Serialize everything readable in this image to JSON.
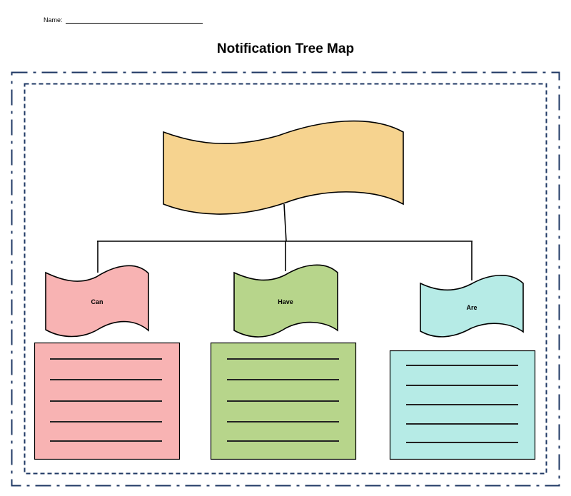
{
  "header": {
    "name_label": "Name:",
    "name_value": ""
  },
  "title": "Notification Tree Map",
  "tree": {
    "root": {
      "label": "",
      "color": "#F6D38F"
    },
    "branches": [
      {
        "label": "Can",
        "color": "#F8B3B3",
        "lines": 5
      },
      {
        "label": "Have",
        "color": "#B7D58B",
        "lines": 5
      },
      {
        "label": "Are",
        "color": "#B6EBE6",
        "lines": 5
      }
    ]
  },
  "colors": {
    "border": "#1F3864",
    "stroke": "#000000"
  }
}
